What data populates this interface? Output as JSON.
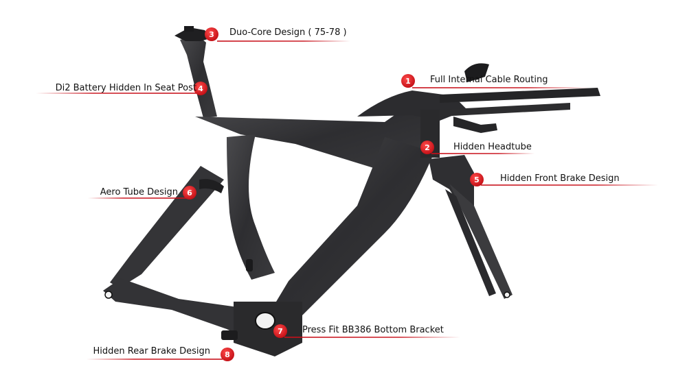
{
  "colors": {
    "badge": "#d8141b",
    "leader": "#c8101a",
    "frame_dark": "#2b2b2d",
    "frame_mid": "#3b3b3e",
    "frame_light": "#555558",
    "label_text": "#111111"
  },
  "callouts": [
    {
      "number": "1",
      "text": "Full Internal Cable Routing"
    },
    {
      "number": "2",
      "text": "Hidden Headtube"
    },
    {
      "number": "3",
      "text": "Duo-Core Design ( 75-78 )"
    },
    {
      "number": "4",
      "text": "Di2 Battery Hidden In Seat Post"
    },
    {
      "number": "5",
      "text": "Hidden Front Brake Design"
    },
    {
      "number": "6",
      "text": "Aero Tube Design"
    },
    {
      "number": "7",
      "text": "Press Fit BB386 Bottom Bracket"
    },
    {
      "number": "8",
      "text": "Hidden Rear Brake Design"
    }
  ]
}
